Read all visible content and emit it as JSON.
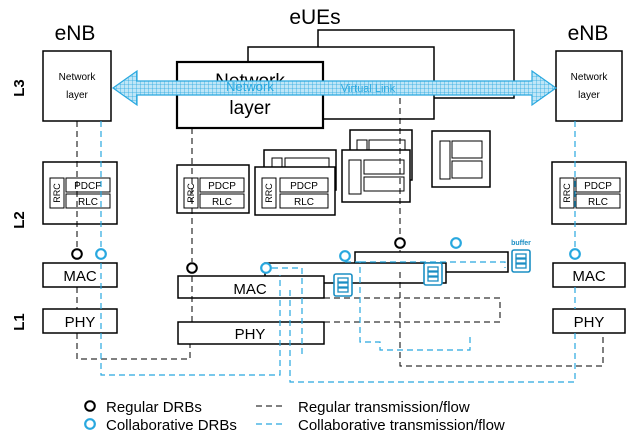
{
  "colors": {
    "regular": "#000000",
    "collaborative": "#29a8df",
    "virtual_link": "#29a8df"
  },
  "titles": {
    "enb_left": "eNB",
    "eues": "eUEs",
    "enb_right": "eNB"
  },
  "layers": {
    "l3": "L3",
    "l2": "L2",
    "l1": "L1"
  },
  "enb": {
    "network_layer": "Network layer",
    "rrc": "RRC",
    "pdcp": "PDCP",
    "rlc": "RLC",
    "mac": "MAC",
    "phy": "PHY"
  },
  "eue": {
    "network_layer_line1": "Network",
    "network_layer_line2": "layer",
    "rrc": "RRC",
    "pdcp": "PDCP",
    "rlc": "RLC",
    "mac": "MAC",
    "phy": "PHY",
    "buffer": "buffer"
  },
  "virtual_link": "Virtual Link",
  "legend": {
    "regular_drbs": "Regular DRBs",
    "collaborative_drbs": "Collaborative DRBs",
    "regular_flow": "Regular transmission/flow",
    "collaborative_flow": "Collaborative transmission/flow"
  }
}
